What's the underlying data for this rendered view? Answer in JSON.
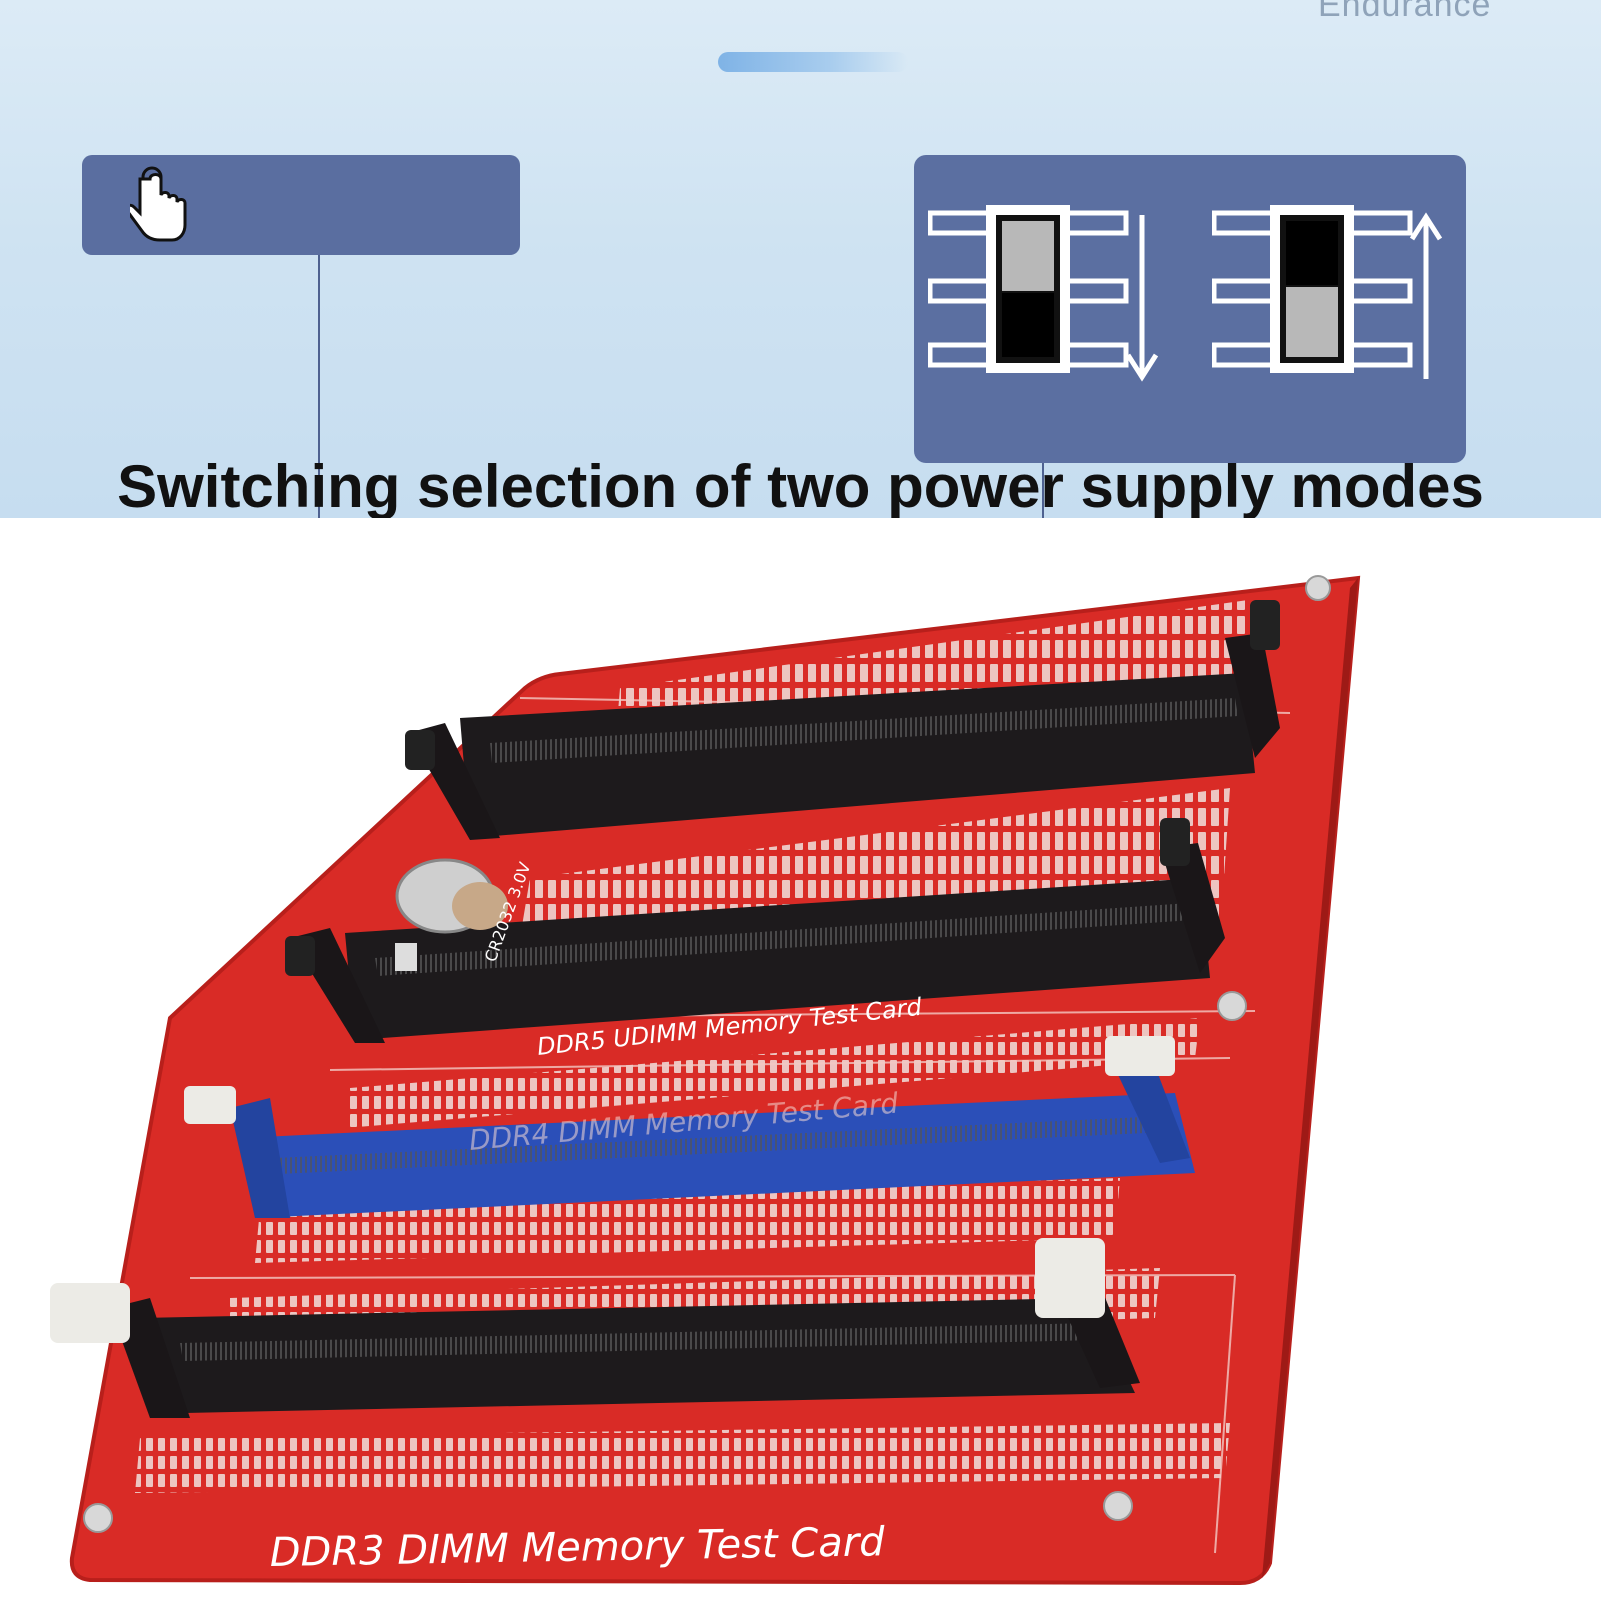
{
  "header": {
    "partial_heading": "Endurance",
    "caption": "Switching selection of two power supply modes",
    "icons": [
      "hand-pointer-icon",
      "dip-switch-down-icon",
      "dip-switch-up-icon",
      "arrow-down-icon",
      "arrow-up-icon"
    ]
  },
  "board": {
    "ddr5_label": "DDR5 UDIMM Memory Test Card",
    "ddr4_label": "DDR4 DIMM Memory Test Card",
    "ddr3_label": "DDR3 DIMM Memory Test Card",
    "battery_label": "CR2032 3.0V",
    "colors": {
      "pcb": "#d92b26",
      "slot_black": "#1d1a1c",
      "slot_blue": "#2b4fb8",
      "latch_white": "#ecebe6"
    }
  }
}
